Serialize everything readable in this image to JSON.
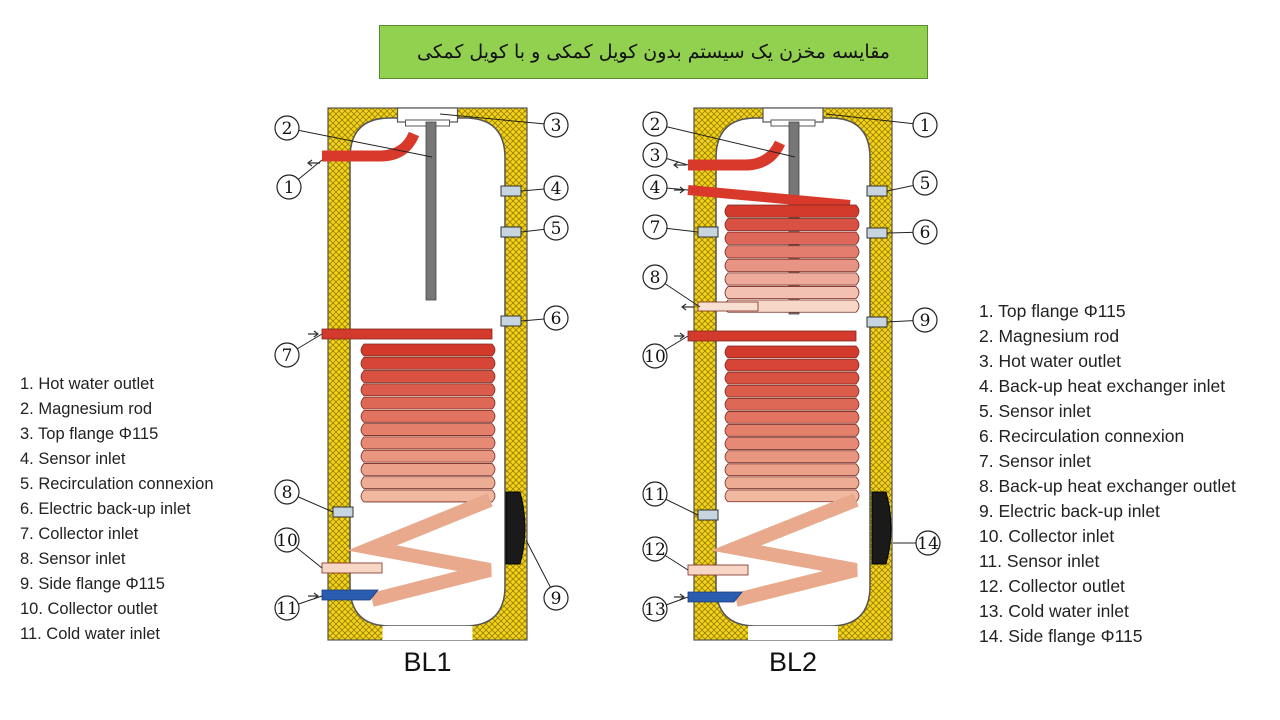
{
  "title": "مقایسه مخزن یک سیستم بدون کویل کمکی و با کویل کمکی",
  "tanks": [
    {
      "label": "BL1",
      "callouts": [
        "①",
        "②",
        "③",
        "④",
        "⑤",
        "⑥",
        "⑦",
        "⑧",
        "⑨",
        "⑩",
        "⑪"
      ],
      "legend": [
        "1. Hot water outlet",
        "2. Magnesium rod",
        "3. Top flange Φ115",
        "4. Sensor inlet",
        "5. Recirculation connexion",
        "6. Electric back-up inlet",
        "7. Collector inlet",
        "8. Sensor inlet",
        "9. Side flange Φ115",
        "10. Collector outlet",
        "11. Cold water inlet"
      ]
    },
    {
      "label": "BL2",
      "callouts": [
        "①",
        "②",
        "③",
        "④",
        "⑤",
        "⑥",
        "⑦",
        "⑧",
        "⑨",
        "⑩",
        "⑪",
        "⑫",
        "⑬",
        "⑭"
      ],
      "legend": [
        "1. Top flange Φ115",
        "2. Magnesium rod",
        "3. Hot water outlet",
        "4. Back-up heat exchanger inlet",
        "5. Sensor inlet",
        "6. Recirculation connexion",
        "7. Sensor inlet",
        "8. Back-up heat exchanger outlet",
        "9. Electric back-up inlet",
        "10. Collector inlet",
        "11. Sensor inlet",
        "12. Collector outlet",
        "13. Cold water inlet",
        "14. Side flange Φ115"
      ]
    }
  ],
  "colors": {
    "title_bg": "#92d050",
    "insulation": "#f2d418",
    "hot_pipe": "#d8392b",
    "cold_pipe": "#2a5db0",
    "coil_top": "#d43a2c",
    "coil_bottom": "#f7d6c6",
    "rod": "#777777",
    "flange": "#1a1a1a"
  }
}
